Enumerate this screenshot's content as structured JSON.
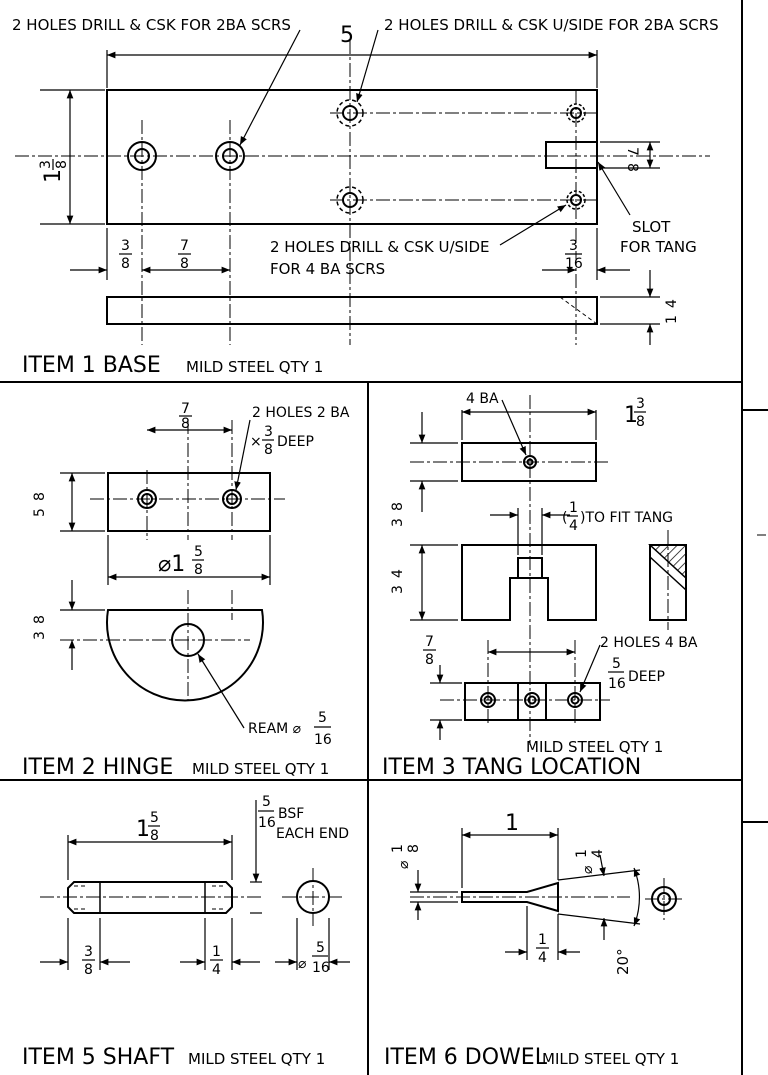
{
  "item1": {
    "title_main": "ITEM 1  BASE",
    "title_sub": "MILD STEEL   QTY 1",
    "note_top_left": "2 HOLES DRILL & CSK FOR 2BA SCRS",
    "note_top_right": "2 HOLES DRILL & CSK U/SIDE FOR 2BA SCRS",
    "note_bottom_1": "2 HOLES DRILL & CSK U/SIDE",
    "note_bottom_2": "FOR 4 BA SCRS",
    "slot_1": "SLOT",
    "slot_2": "FOR TANG",
    "dim_length": "5",
    "dim_width_whole": "1",
    "dim_width_num": "3",
    "dim_width_den": "8",
    "dim_a_num": "3",
    "dim_a_den": "8",
    "dim_b_num": "7",
    "dim_b_den": "8",
    "dim_c_num": "3",
    "dim_c_den": "16",
    "dim_slot_num": "7",
    "dim_slot_den": "8",
    "dim_thk_num": "1",
    "dim_thk_den": "4"
  },
  "item2": {
    "title_main": "ITEM 2  HINGE",
    "title_sub": "MILD STEEL   QTY 1",
    "note_holes_1": "2 HOLES 2 BA",
    "note_holes_2": "DEEP",
    "ream": "REAM ⌀",
    "dim_pitch_num": "7",
    "dim_pitch_den": "8",
    "dim_deep_num": "3",
    "dim_deep_den": "8",
    "dim_h_num": "5",
    "dim_h_den": "8",
    "dim_len_prefix": "⌀1",
    "dim_len_num": "5",
    "dim_len_den": "8",
    "dim_off_num": "3",
    "dim_off_den": "8",
    "dim_ream_num": "5",
    "dim_ream_den": "16"
  },
  "item3": {
    "title_main": "ITEM 3  TANG LOCATION",
    "title_sub": "MILD STEEL    QTY 1",
    "note_4ba": "4 BA",
    "note_fit": ")TO FIT TANG",
    "note_holes": "2 HOLES 4 BA",
    "note_deep": "DEEP",
    "dim_len_whole": "1",
    "dim_len_num": "3",
    "dim_len_den": "8",
    "dim_top_num": "3",
    "dim_top_den": "8",
    "dim_slot_num": "1",
    "dim_slot_den": "4",
    "dim_h_num": "3",
    "dim_h_den": "4",
    "dim_pitch_num": "7",
    "dim_pitch_den": "8",
    "dim_deep_num": "5",
    "dim_deep_den": "16"
  },
  "item5": {
    "title_main": "ITEM 5  SHAFT",
    "title_sub": "MILD STEEL   QTY 1",
    "note_bsf": "BSF",
    "note_each": "EACH END",
    "dim_len_whole": "1",
    "dim_len_num": "5",
    "dim_len_den": "8",
    "dim_bsf_num": "5",
    "dim_bsf_den": "16",
    "dim_l_num": "3",
    "dim_l_den": "8",
    "dim_r_num": "1",
    "dim_r_den": "4",
    "dim_dia_prefix": "⌀",
    "dim_dia_num": "5",
    "dim_dia_den": "16"
  },
  "item6": {
    "title_main": "ITEM 6  DOWEL",
    "title_sub": "MILD STEEL   QTY 1",
    "dim_len": "1",
    "dim_d1_prefix": "⌀",
    "dim_d1_num": "1",
    "dim_d1_den": "8",
    "dim_d2_prefix": "⌀",
    "dim_d2_num": "1",
    "dim_d2_den": "4",
    "dim_taper_num": "1",
    "dim_taper_den": "4",
    "dim_angle": "20°"
  }
}
